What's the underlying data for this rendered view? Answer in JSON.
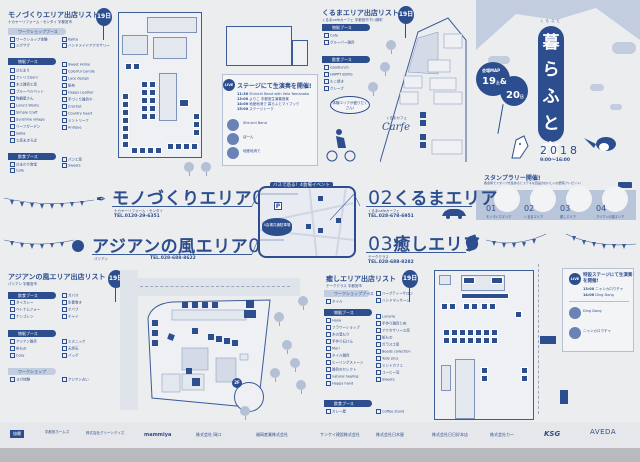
{
  "event": {
    "title_kanji": "暮らふと市",
    "title_ruby": "くらふと",
    "map_label": "会場MAP",
    "date1": "19",
    "date1_day": "土",
    "date_amp": "&",
    "date2": "20",
    "date2_day": "日",
    "year": "2018",
    "hours": "9:00〜16:00",
    "primary_color": "#2d4e8e",
    "light_color": "#c3cde0",
    "bg_color": "#ecedef"
  },
  "stamp_rally": {
    "title": "スタンプラリー開催!",
    "description": "各会場でスタンプを集めるとステキな賞品のおいしいお野菜プレゼント!",
    "slots": [
      {
        "num": "01",
        "label": "モノづくりエリア"
      },
      {
        "num": "02",
        "label": "くるまエリア"
      },
      {
        "num": "03",
        "label": "癒しエリア"
      },
      {
        "num": "04",
        "label": "アジアンの風エリア"
      }
    ]
  },
  "areas": {
    "monozukuri": {
      "name": "モノづくりエリア",
      "num": "01",
      "venue": "ナカヤーリフォーム・センタイ",
      "address": "宇都宮市",
      "tel": "TEL.0120-29-6351"
    },
    "kuruma": {
      "name": "くるまエリア",
      "num": "02",
      "prefix": "02",
      "venue": "くるまcafeカーフェ",
      "address": "宇都宮市下川俣町",
      "tel": "TEL.028-678-6951"
    },
    "iyashi": {
      "name": "癒しエリア",
      "num": "03",
      "prefix": "03",
      "venue": "テーククラス",
      "address": "宇都宮市",
      "tel": "TEL.028-688-8282"
    },
    "asian": {
      "name": "アジアンの風エリア",
      "num": "04",
      "venue": "パリアン",
      "address": "宇都宮市",
      "tel": "TEL.028-688-8622"
    }
  },
  "center_map": {
    "title": "バスで巡る！4会場イベント",
    "parking_label": "P",
    "free_parking": "4会場共通駐車場"
  },
  "lists": {
    "monozukuri": {
      "title": "モノづくりエリア出店リスト",
      "subtitle": "ナカヤーリフォーム・センタイ 宇都宮市",
      "balloon": "19日",
      "categories": [
        {
          "label": "ワークショップブース",
          "shops": [
            "ワークショップ体験",
            "ジグザグ",
            "Kalita",
            "ハンドメイドアクセサリー"
          ]
        },
        {
          "label": "物販ブース",
          "shops": [
            "ひだまり",
            "アトリエbeni",
            "木工雑貨工房",
            "ブルーベルベット",
            "陶器屋さん",
            "Lune's Works",
            "Simple Craft",
            "Sunshine village",
            "リーフガーデン",
            "Saika",
            "工房まほろば",
            "Sweet Home",
            "Colorful Candle",
            "Lace design",
            "紙布",
            "Happy Leather",
            "手づくり雑貨や",
            "Crochet",
            "Country heart",
            "ミントリーフ",
            "Antique"
          ]
        },
        {
          "label": "飲食ブース",
          "shops": [
            "ひまわり食堂",
            "Cafe",
            "パン工房",
            "Sweets"
          ]
        }
      ]
    },
    "kuruma": {
      "title": "くるまエリア出店リスト",
      "subtitle": "くるまcafeカーフェ 宇都宮市下川俣町",
      "balloon": "19日",
      "categories": [
        {
          "label": "物販ブース",
          "shops": [
            "Cafe",
            "グルーバー雑貨"
          ]
        },
        {
          "label": "飲食ブース",
          "shops": [
            "Goodlunch",
            "HAPPY BURG",
            "たこ焼き",
            "クレープ"
          ]
        }
      ]
    },
    "iyashi": {
      "title": "癒しエリア出店リスト",
      "subtitle": "テーククラス 宇都宮市",
      "balloon": "19日",
      "categories": [
        {
          "label": "ワークショップブース",
          "shops": [
            "ネイル",
            "ハーブティーサロン",
            "ハンドマッサージ"
          ]
        },
        {
          "label": "物販ブース",
          "shops": [
            "Hana",
            "フラワーショップ",
            "木の温もり",
            "手作り石けん",
            "Mori",
            "ネイル雑貨",
            "ヒーリングストーン",
            "雑貨のセレクト",
            "natural healing",
            "Happy hand",
            "Lunaria",
            "手作り雑貨と布",
            "アクセサリー工房",
            "紙もの",
            "ガラス工房",
            "Beads collection",
            "Tody plus",
            "ミントカフェ",
            "コーヒー豆",
            "Sweets"
          ]
        },
        {
          "label": "飲食ブース",
          "shops": [
            "カレー屋",
            "Coffee stand"
          ]
        }
      ]
    },
    "asian": {
      "title": "アジアンの風エリア出店リスト",
      "subtitle": "パリアン 宇都宮市",
      "balloon": "19日",
      "categories": [
        {
          "label": "飲食ブース",
          "shops": [
            "タイカレー",
            "ベトナムフォー",
            "ナシゴレン",
            "ガパオ",
            "生春巻き",
            "ケバブ",
            "チャイ"
          ]
        },
        {
          "label": "物販ブース",
          "shops": [
            "アジアン雑貨",
            "布もの",
            "Cozy",
            "エスニック",
            "天然石",
            "バッグ"
          ]
        },
        {
          "label": "ワークショップ",
          "shops": [
            "ヨガ体験",
            "アジアン占い"
          ]
        }
      ]
    }
  },
  "live_stages": {
    "monozukuri": {
      "badge": "LIVE",
      "title": "ステージにて生演奏を開催!",
      "schedule": [
        {
          "time": "11:30",
          "act": "Shinichi Band with Vela Yamanaka"
        },
        {
          "time": "13:00",
          "act": "よりこ 宇都宮生演奏音楽"
        },
        {
          "time": "14:00",
          "act": "地産地消で 暮らふとマイブック"
        },
        {
          "time": "15:00",
          "act": "ステージトーク"
        }
      ],
      "performers": [
        "Shinichi Band",
        "ぼーん",
        "地産地消で",
        "よりこ"
      ]
    },
    "iyashi": {
      "badge": "LIVE",
      "title": "特設ステージにて生演奏を開催!",
      "schedule": [
        {
          "time": "13:00",
          "act": "ニャンカロウチャ"
        },
        {
          "time": "14:00",
          "act": "Ding Dong"
        }
      ],
      "performers": [
        "Ding Dong",
        "ニャンカロウチャ"
      ]
    }
  },
  "map_labels": {
    "kuruma_cafe": "Carfe",
    "kuruma_cafe_label": "くるまカフェ",
    "speech": "体験エリアが盛りだくさん!",
    "entrance": "出入口",
    "floor": "2F",
    "food_booth": "飲食ブース",
    "goods_booth": "物販ブース"
  },
  "sponsors": {
    "label": "協賛",
    "items": [
      "宇都宮ホームズ",
      "株式会社グリーンデイズ",
      "mammiya",
      "株式会社 岡口",
      "福岡産業株式会社",
      "サンケイ建設株式会社",
      "株式会社日木屋",
      "株式会社日日好本店",
      "株式会社カー",
      "KSG",
      "AVEDA"
    ]
  }
}
